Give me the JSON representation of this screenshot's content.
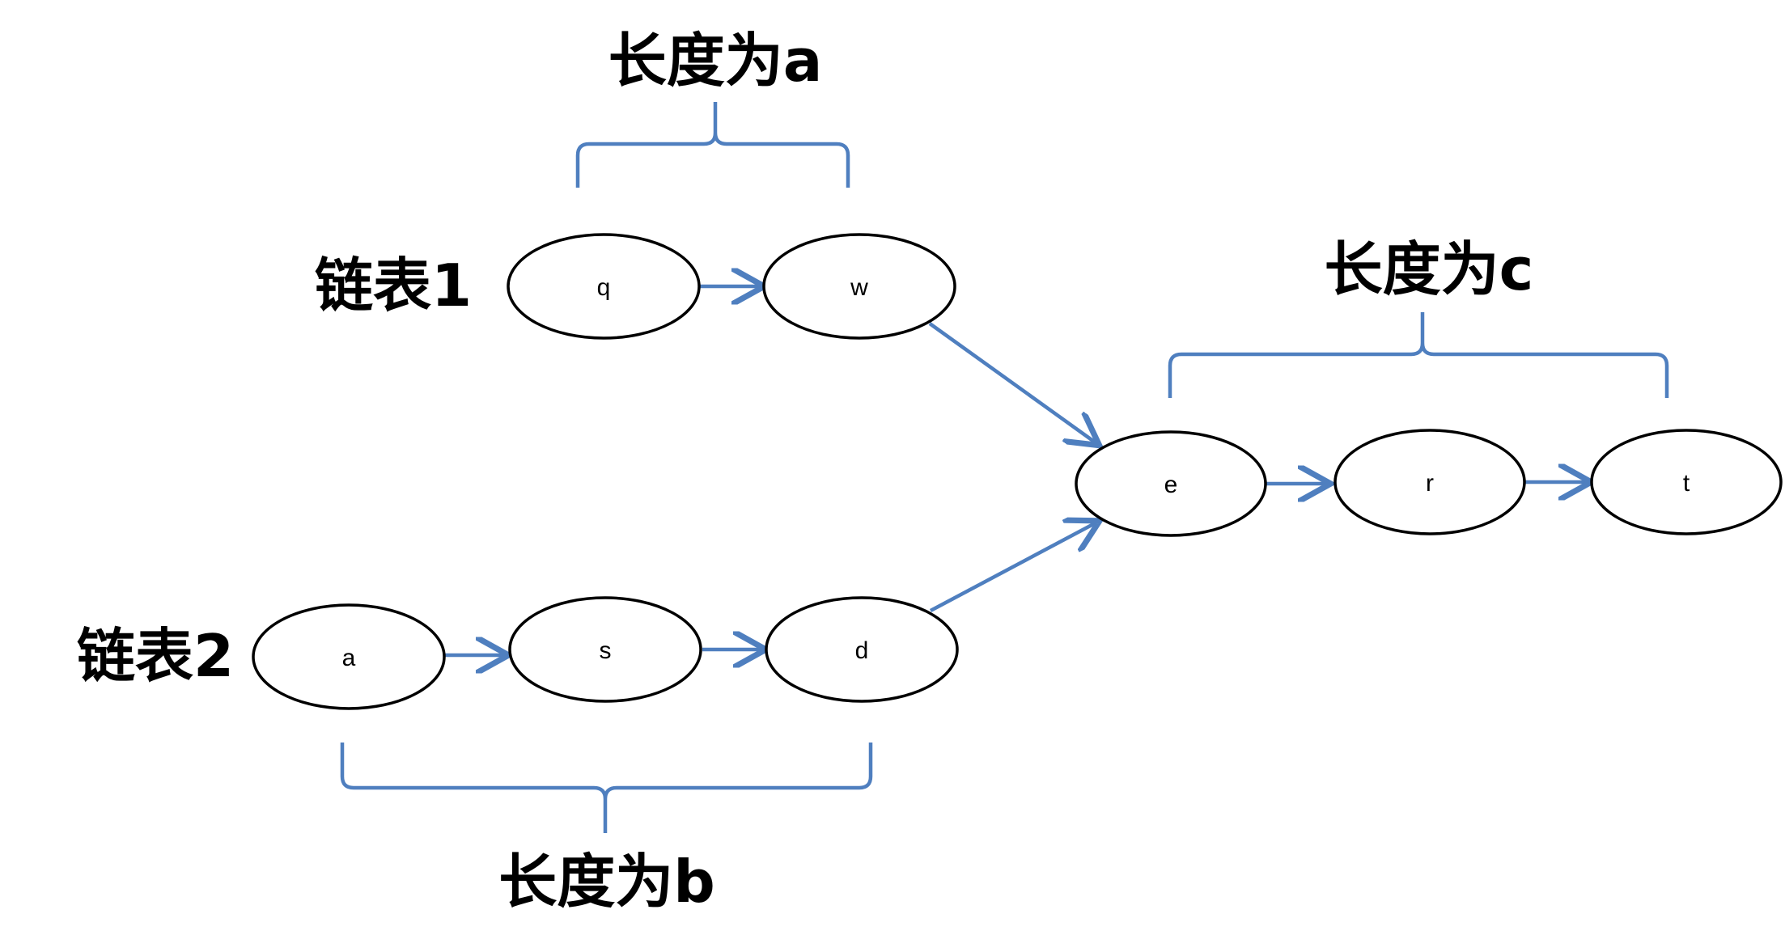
{
  "lists": {
    "list1_label": "链表1",
    "list2_label": "链表2"
  },
  "nodes": {
    "q": "q",
    "w": "w",
    "a": "a",
    "s": "s",
    "d": "d",
    "e": "e",
    "r": "r",
    "t": "t"
  },
  "braces": {
    "a_label": "长度为a",
    "b_label": "长度为b",
    "c_label": "长度为c"
  },
  "colors": {
    "edge": "#4f7fbf",
    "node_stroke": "#000000",
    "background": "#ffffff"
  }
}
